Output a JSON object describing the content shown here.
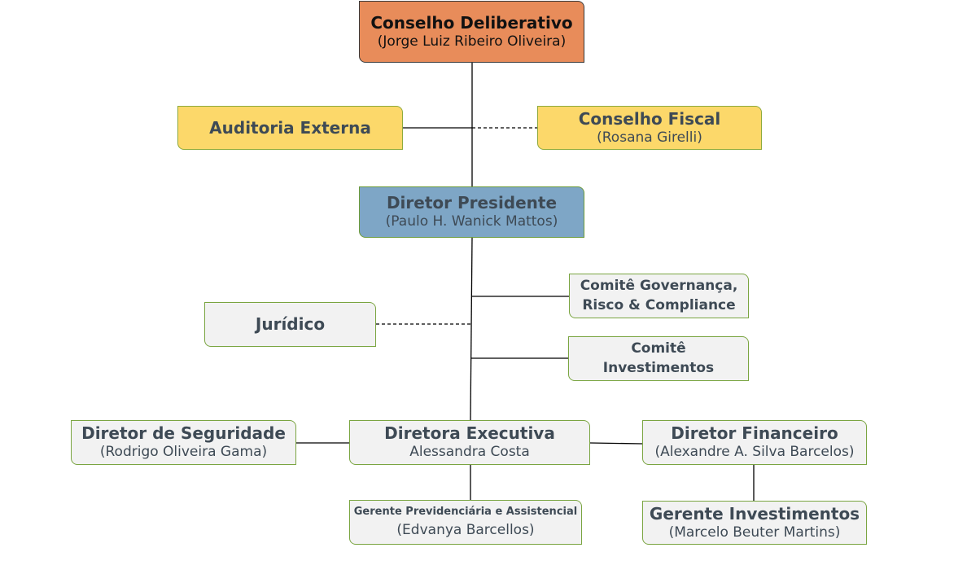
{
  "conselho_deliberativo": {
    "title": "Conselho Deliberativo",
    "name": "(Jorge Luiz Ribeiro Oliveira)"
  },
  "auditoria_externa": {
    "title": "Auditoria Externa"
  },
  "conselho_fiscal": {
    "title": "Conselho Fiscal",
    "name": "(Rosana Girelli)"
  },
  "diretor_presidente": {
    "title": "Diretor Presidente",
    "name": "(Paulo H. Wanick Mattos)"
  },
  "comite_governanca": {
    "line1": "Comitê Governança,",
    "line2": "Risco & Compliance"
  },
  "juridico": {
    "title": "Jurídico"
  },
  "comite_investimentos": {
    "line1": "Comitê",
    "line2": "Investimentos"
  },
  "diretor_seguridade": {
    "title": "Diretor de Seguridade",
    "name": "(Rodrigo Oliveira Gama)"
  },
  "diretora_executiva": {
    "title": "Diretora Executiva",
    "name": "Alessandra Costa"
  },
  "diretor_financeiro": {
    "title": "Diretor Financeiro",
    "name": "(Alexandre A. Silva Barcelos)"
  },
  "gerente_previdenciaria": {
    "title": "Gerente Previdenciária e Assistencial",
    "name": "(Edvanya Barcellos)"
  },
  "gerente_investimentos": {
    "title": "Gerente Investimentos",
    "name": "(Marcelo Beuter Martins)"
  }
}
